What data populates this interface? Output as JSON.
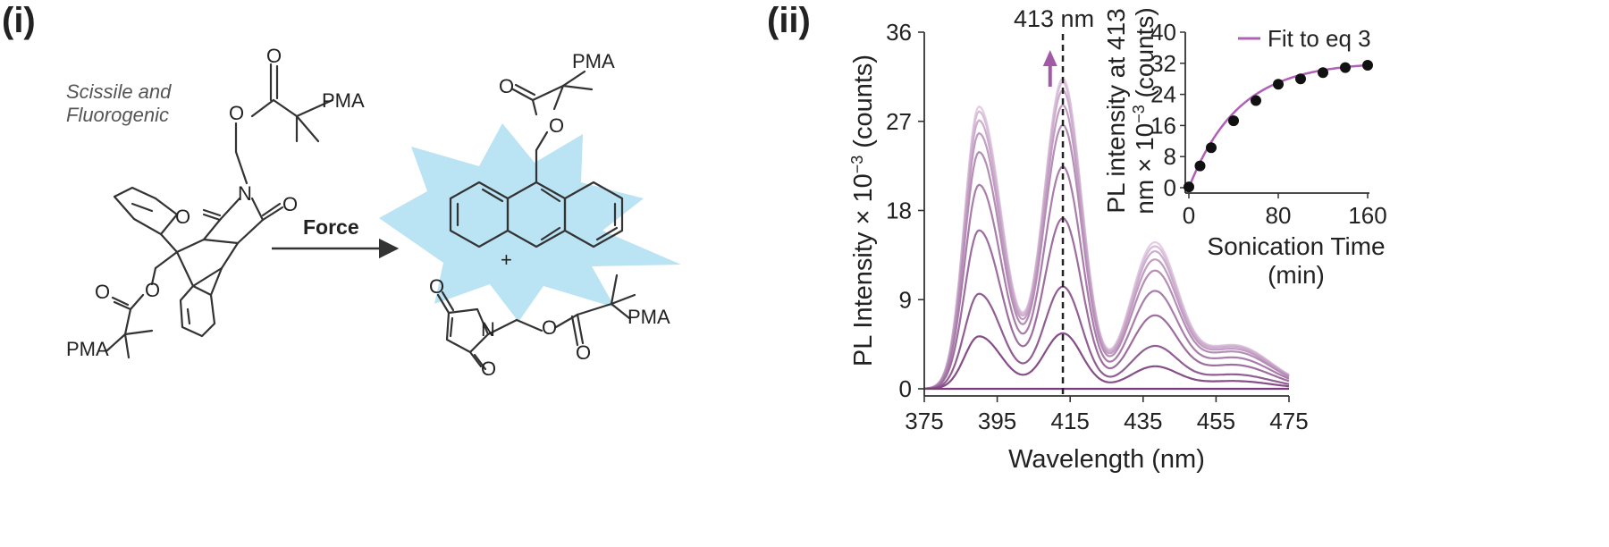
{
  "panel_labels": {
    "left": "(i)",
    "right": "(ii)"
  },
  "scheme": {
    "note_line1": "Scissile and",
    "note_line2": "Fluorogenic",
    "arrow_label": "Force",
    "atoms": {
      "oxygen": "O",
      "nitrogen": "N",
      "polymer": "PMA",
      "plus": "+"
    }
  },
  "colors": {
    "series_dark": "#7a3d7c",
    "series_light": "#e4cde4",
    "arrow": "#a25aa6",
    "fit_line": "#b060b5",
    "glow": "#b3e0f2"
  },
  "chart_data": [
    {
      "type": "line",
      "xlabel": "Wavelength (nm)",
      "ylabel_main": "PL Intensity × 10",
      "ylabel_exp": "−3",
      "ylabel_tail": " (counts)",
      "xlim": [
        375,
        475
      ],
      "ylim": [
        0,
        36
      ],
      "xticks": [
        375,
        395,
        415,
        435,
        455,
        475
      ],
      "yticks": [
        0,
        9,
        18,
        27,
        36
      ],
      "annotation": "413 nm",
      "annotation_x": 413,
      "arrow_direction": "up",
      "peak_wavelengths": [
        390,
        413,
        438
      ],
      "series": [
        {
          "peaks": [
            0.0,
            0.0,
            0.0
          ]
        },
        {
          "peaks": [
            5.3,
            5.6,
            2.2
          ]
        },
        {
          "peaks": [
            9.6,
            10.3,
            4.2
          ]
        },
        {
          "peaks": [
            16.0,
            17.2,
            7.2
          ]
        },
        {
          "peaks": [
            20.6,
            22.4,
            9.6
          ]
        },
        {
          "peaks": [
            23.9,
            26.6,
            11.6
          ]
        },
        {
          "peaks": [
            25.8,
            28.6,
            12.7
          ]
        },
        {
          "peaks": [
            27.1,
            30.1,
            13.5
          ]
        },
        {
          "peaks": [
            28.0,
            30.9,
            14.0
          ]
        },
        {
          "peaks": [
            28.5,
            31.3,
            14.4
          ]
        }
      ]
    },
    {
      "type": "scatter",
      "xlabel_line1": "Sonication Time",
      "xlabel_line2": "(min)",
      "ylabel_line1": "PL intensity at 413",
      "ylabel_line2_pre": "nm × 10",
      "ylabel_line2_exp": "−3",
      "ylabel_line2_post": " (counts)",
      "xlim": [
        0,
        160
      ],
      "ylim": [
        0,
        40
      ],
      "xticks": [
        0,
        80,
        160
      ],
      "yticks": [
        0,
        8,
        16,
        24,
        32,
        40
      ],
      "legend": "Fit to eq 3",
      "legend_position": "top-right",
      "x": [
        0,
        10,
        20,
        40,
        60,
        80,
        100,
        120,
        140,
        160
      ],
      "y": [
        0.2,
        5.6,
        10.3,
        17.2,
        22.4,
        26.6,
        28.0,
        29.6,
        30.9,
        31.5
      ]
    }
  ]
}
